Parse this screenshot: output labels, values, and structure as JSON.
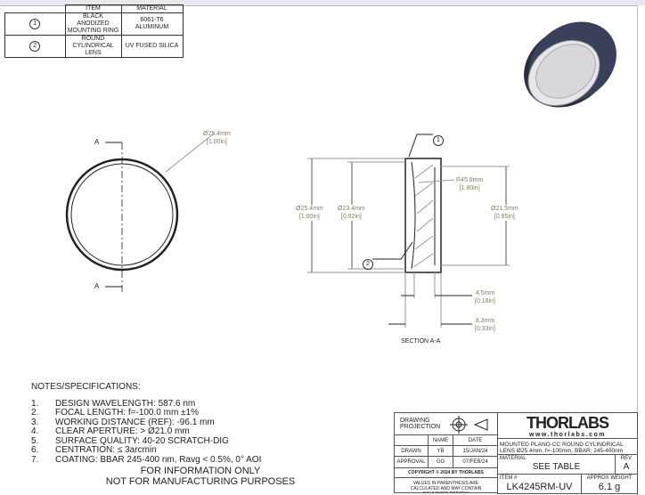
{
  "bom": {
    "headers": [
      "ITEM",
      "MATERIAL"
    ],
    "rows": [
      {
        "num": "1",
        "item": "BLACK ANODIZED MOUNTING RING",
        "material": "6061-T6 ALUMINUM"
      },
      {
        "num": "2",
        "item": "ROUND CYLINDRICAL LENS",
        "material": "UV FUSED SILICA"
      }
    ]
  },
  "front_view": {
    "section_label": "A",
    "dia_mm": "Ø25.4mm",
    "dia_in": "[1.00in]"
  },
  "section_view": {
    "title": "SECTION A-A",
    "balloons": [
      "1",
      "2"
    ],
    "dims": {
      "d1_mm": "Ø25.4mm",
      "d1_in": "[1.00in]",
      "d2_mm": "Ø23.4mm",
      "d2_in": "[0.92in]",
      "d3_mm": "Ø21.5mm",
      "d3_in": "[0.85in]",
      "r_mm": "R45.8mm",
      "r_in": "[1.80in]",
      "t1_mm": "4.5mm",
      "t1_in": "[0.18in]",
      "t2_mm": "8.3mm",
      "t2_in": "[0.33in]"
    }
  },
  "notes": {
    "title": "NOTES/SPECIFICATIONS:",
    "items": [
      {
        "n": "1.",
        "t": "DESIGN WAVELENGTH: 587.6 nm"
      },
      {
        "n": "2.",
        "t": "FOCAL LENGTH: f=-100.0 mm ±1%"
      },
      {
        "n": "3.",
        "t": "WORKING DISTANCE (REF): -96.1 mm"
      },
      {
        "n": "4.",
        "t": "CLEAR APERTURE: > Ø21.0 mm"
      },
      {
        "n": "5.",
        "t": "SURFACE QUALITY: 40-20 SCRATCH-DIG"
      },
      {
        "n": "6.",
        "t": "CENTRATION: ≤ 3arcmin"
      },
      {
        "n": "7.",
        "t": "COATING: BBAR 245-400 nm, Ravg < 0.5%, 0° AOI"
      }
    ]
  },
  "disclaimer": [
    "FOR INFORMATION ONLY",
    "NOT FOR MANUFACTURING PURPOSES"
  ],
  "title_block": {
    "drawing_projection": "DRAWING PROJECTION",
    "name_h": "NAME",
    "date_h": "DATE",
    "drawn_l": "DRAWN",
    "drawn_name": "YB",
    "drawn_date": "15/JAN/24",
    "approval_l": "APPROVAL",
    "approval_name": "GG",
    "approval_date": "07/FEB/24",
    "copyright": "COPYRIGHT © 2024 BY THORLABS",
    "values_note": "VALUES IN PARENTHESIS ARE CALCULATED AND MAY CONTAIN ROUNDOFF ERRORS",
    "logo": "THORLABS",
    "url": "www.thorlabs.com",
    "description": "MOUNTED PLANO-CC ROUND CYLINDRICAL LENS Ø25.4mm, f=-100mm, BBAR: 245-400nm",
    "material_l": "MATERIAL",
    "material": "SEE TABLE",
    "rev_l": "REV",
    "rev": "A",
    "item_l": "ITEM #",
    "item": "LK4245RM-UV",
    "weight_l": "APPROX WEIGHT",
    "weight": "6.1 g"
  }
}
